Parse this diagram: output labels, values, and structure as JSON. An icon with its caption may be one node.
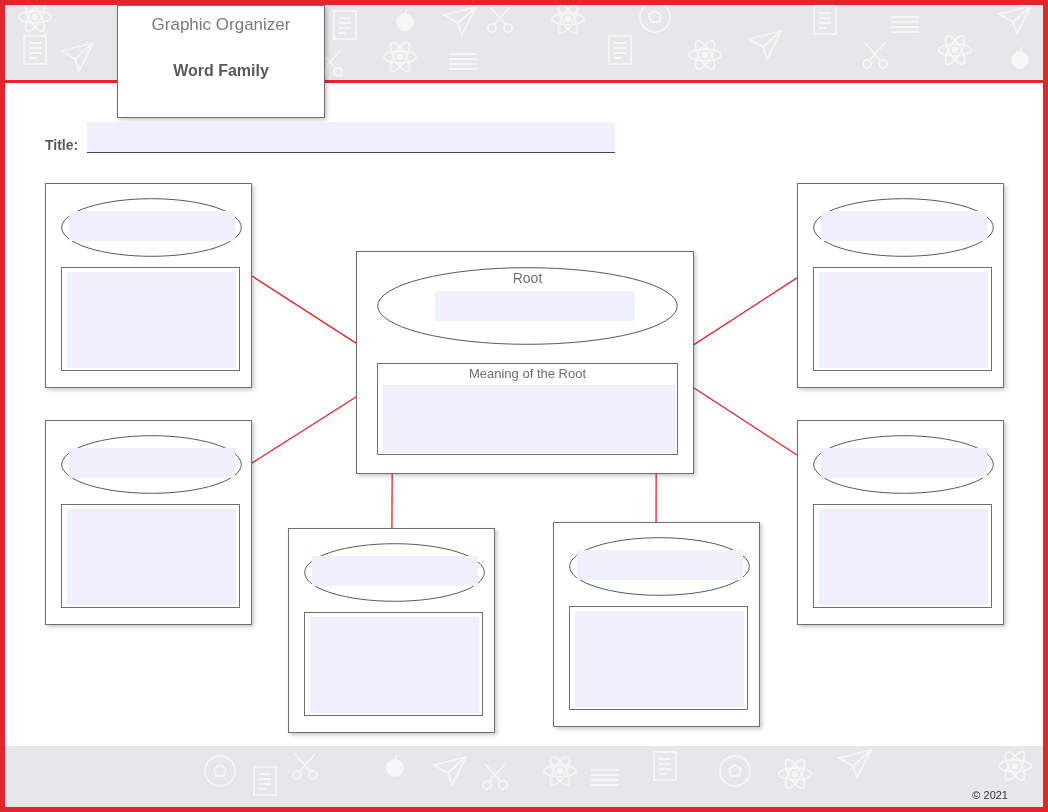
{
  "diagram": {
    "nodes": [
      {
        "text": [
          "Graphic Organizer",
          "Word Family"
        ]
      },
      {
        "text": [],
        "shape": "box"
      },
      {
        "text": [],
        "shape": "oval",
        "in": 1
      },
      {
        "text": [],
        "shape": "box",
        "in": 1
      },
      {
        "text": [],
        "shape": "box"
      },
      {
        "text": [],
        "shape": "oval",
        "in": 4
      },
      {
        "text": [],
        "shape": "box",
        "in": 4
      },
      {
        "text": [],
        "shape": "box"
      },
      {
        "text": [
          "Root"
        ],
        "in": 7
      },
      {
        "text": [
          "Meaning of the Root"
        ],
        "in": 7
      },
      {
        "text": [],
        "shape": "box"
      },
      {
        "text": [],
        "shape": "oval",
        "in": 10
      },
      {
        "text": [],
        "shape": "box",
        "in": 10
      },
      {
        "text": [],
        "shape": "box"
      },
      {
        "text": [],
        "shape": "oval",
        "in": 13
      },
      {
        "text": [],
        "shape": "box",
        "in": 13
      },
      {
        "text": [],
        "shape": "box"
      },
      {
        "text": [],
        "shape": "oval",
        "in": 16
      },
      {
        "text": [],
        "shape": "box",
        "in": 16
      },
      {
        "text": [],
        "shape": "box"
      },
      {
        "text": [],
        "shape": "oval",
        "in": 19
      },
      {
        "text": [],
        "shape": "box",
        "in": 19
      }
    ],
    "edges": [
      {
        "from": 7,
        "to": 1,
        "arrow": "none"
      },
      {
        "from": 7,
        "to": 4,
        "arrow": "none"
      },
      {
        "from": 7,
        "to": 10,
        "arrow": "none"
      },
      {
        "from": 7,
        "to": 13,
        "arrow": "none"
      },
      {
        "from": 7,
        "to": 16,
        "arrow": "none"
      },
      {
        "from": 7,
        "to": 19,
        "arrow": "none"
      }
    ],
    "labels": [
      "Title:",
      "© 2021"
    ]
  }
}
